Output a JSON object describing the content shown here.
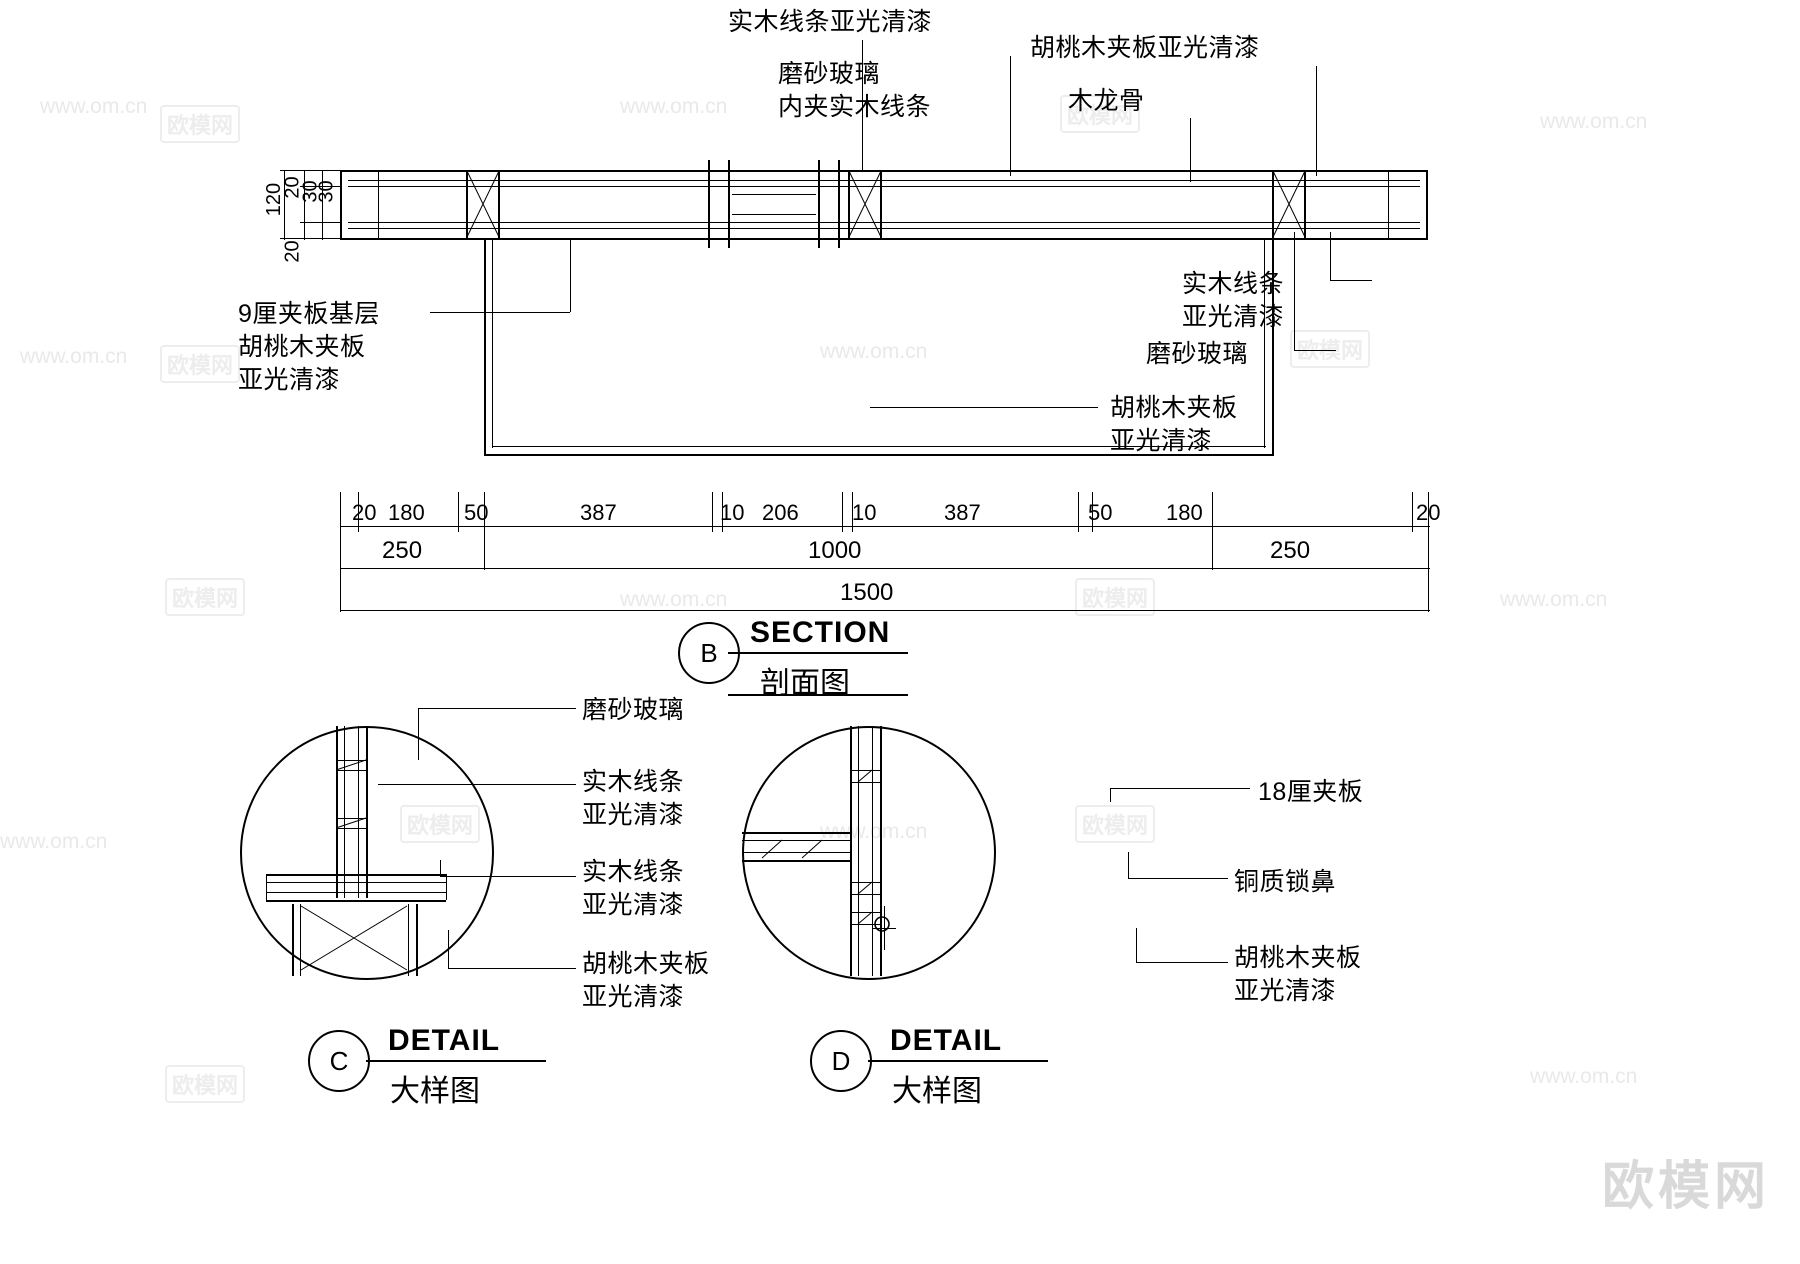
{
  "watermarks": {
    "text": "www.om.cn",
    "badge": "欧模网",
    "brand": "欧模网"
  },
  "section": {
    "tag": "B",
    "title_en": "SECTION",
    "title_cn": "剖面图",
    "callouts": [
      {
        "id": "c1",
        "text": "实木线条亚光清漆"
      },
      {
        "id": "c2",
        "text": "磨砂玻璃\n内夹实木线条"
      },
      {
        "id": "c3",
        "text": "胡桃木夹板亚光清漆"
      },
      {
        "id": "c4",
        "text": "木龙骨"
      },
      {
        "id": "c5",
        "text": "实木线条\n亚光清漆"
      },
      {
        "id": "c6",
        "text": "磨砂玻璃"
      },
      {
        "id": "c7",
        "text": "胡桃木夹板\n亚光清漆"
      },
      {
        "id": "c8",
        "text": "9厘夹板基层\n胡桃木夹板\n亚光清漆"
      }
    ],
    "vertical_dims": [
      "120",
      "20",
      "20",
      "30",
      "30",
      "20"
    ],
    "dim_row_1": [
      "20",
      "180",
      "50",
      "387",
      "10",
      "206",
      "10",
      "387",
      "50",
      "180",
      "20"
    ],
    "dim_row_2": [
      "250",
      "1000",
      "250"
    ],
    "dim_row_3": [
      "1500"
    ]
  },
  "detail_c": {
    "tag": "C",
    "title_en": "DETAIL",
    "title_cn": "大样图",
    "callouts": [
      {
        "id": "d1",
        "text": "磨砂玻璃"
      },
      {
        "id": "d2",
        "text": "实木线条\n亚光清漆"
      },
      {
        "id": "d3",
        "text": "实木线条\n亚光清漆"
      },
      {
        "id": "d4",
        "text": "胡桃木夹板\n亚光清漆"
      }
    ]
  },
  "detail_d": {
    "tag": "D",
    "title_en": "DETAIL",
    "title_cn": "大样图",
    "callouts": [
      {
        "id": "e1",
        "text": "18厘夹板"
      },
      {
        "id": "e2",
        "text": "铜质锁鼻"
      },
      {
        "id": "e3",
        "text": "胡桃木夹板\n亚光清漆"
      }
    ]
  }
}
